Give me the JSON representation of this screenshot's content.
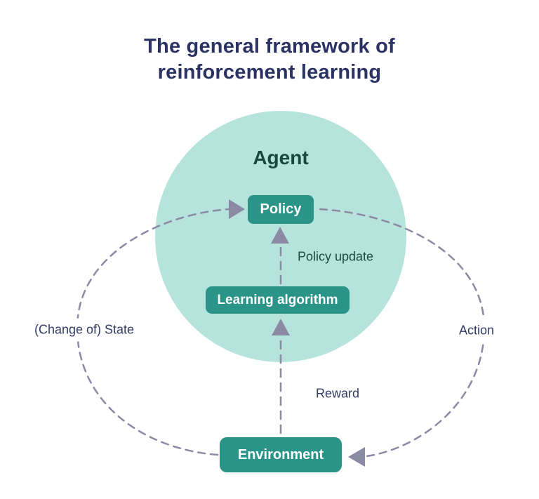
{
  "title": {
    "text": "The general framework of reinforcement learning"
  },
  "diagram": {
    "agent_label": "Agent",
    "nodes": {
      "policy": "Policy",
      "learning_algorithm": "Learning algorithm",
      "environment": "Environment"
    },
    "edge_labels": {
      "state": "(Change of) State",
      "action": "Action",
      "reward": "Reward",
      "policy_update": "Policy update"
    },
    "colors": {
      "title": "#2b3365",
      "agent_circle": "#b6e3db",
      "agent_text": "#174940",
      "node_fill": "#2a9488",
      "node_text": "#ffffff",
      "arrow": "#8b89a4",
      "label_navy": "#323b66",
      "label_teal": "#1d4a44",
      "background": "#ffffff"
    }
  }
}
